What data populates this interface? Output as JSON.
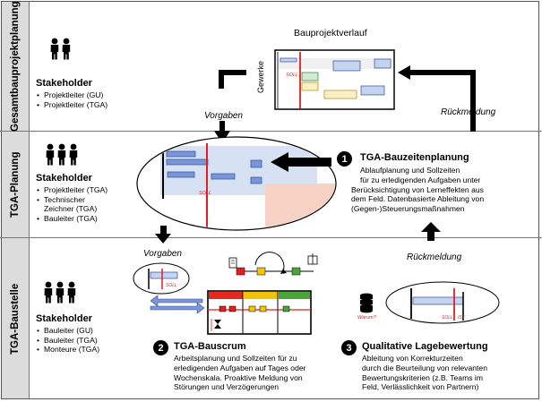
{
  "rows": {
    "top": {
      "label": "Gesamtbauprojektplanung",
      "stakeholder_title": "Stakeholder",
      "stakeholders": [
        "Projektleiter (GU)",
        "Projektleiter (TGA)"
      ]
    },
    "mid": {
      "label": "TGA-Planung",
      "stakeholder_title": "Stakeholder",
      "stakeholders": [
        "Projektleiter (TGA)",
        "Technischer Zeichner (TGA)",
        "Bauleiter (TGA)"
      ]
    },
    "bottom": {
      "label": "TGA-Baustelle",
      "stakeholder_title": "Stakeholder",
      "stakeholders": [
        "Bauleiter (GU)",
        "Bauleiter (TGA)",
        "Monteure (TGA)"
      ]
    }
  },
  "project_chart": {
    "title": "Bauprojektverlauf",
    "ylabel": "Gewerke",
    "soll": "SOLL"
  },
  "labels": {
    "vorgaben_top": "Vorgaben",
    "rueckmeldung_top": "Rückmeldung",
    "vorgaben_bottom": "Vorgaben",
    "rueckmeldung_bottom": "Rückmeldung",
    "soll_mid": "SOLL",
    "soll_small": "SOLL",
    "soll_right": "SOLL",
    "ist_right": "IST",
    "warum": "Warum?"
  },
  "steps": [
    {
      "number": "1",
      "title": "TGA-Bauzeitenplanung",
      "text": [
        "Ablaufplanung und Sollzeiten",
        "für zu erledigenden Aufgaben unter",
        "Berücksichtigung von Lerneffekten aus",
        "dem Feld. Datenbasierte Ableitung von",
        "(Gegen-)Steuerungsmaßnahmen"
      ]
    },
    {
      "number": "2",
      "title": "TGA-Bauscrum",
      "text": [
        "Arbeitsplanung und Sollzeiten für zu",
        "erledigenden Aufgaben auf Tages oder",
        "Wochenskala. Proaktive Meldung von",
        "Störungen und Verzögerungen"
      ]
    },
    {
      "number": "3",
      "title": "Qualitative Lagebewertung",
      "text": [
        "Ableitung von Korrekturzeiten",
        "durch die Beurteilung von relevanten",
        "Bewertungskriterien (z.B. Teams im",
        "Feld, Verlässlichkeit von Partnern)"
      ]
    }
  ],
  "colors": {
    "blue": "#c5d3ee",
    "blue_dark": "#2f4f9c",
    "yellow": "#fbefc6",
    "green": "#d2ead2",
    "red": "#e21e1e",
    "salmon": "#f6d2c4",
    "board_red": "#e8281e",
    "board_yellow": "#f2c30c",
    "board_green": "#4aa43a"
  }
}
